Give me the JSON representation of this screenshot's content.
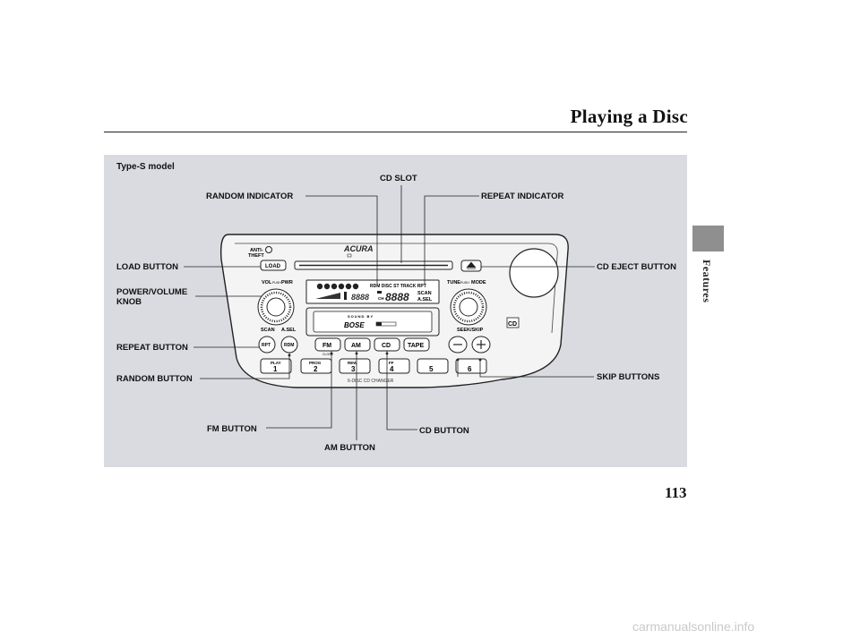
{
  "header": {
    "title": "Playing a Disc",
    "section_tab": "Features"
  },
  "figure": {
    "model_label": "Type-S model",
    "callouts": {
      "cd_slot": "CD SLOT",
      "random_indicator": "RANDOM INDICATOR",
      "repeat_indicator": "REPEAT INDICATOR",
      "load_button": "LOAD BUTTON",
      "cd_eject_button": "CD EJECT BUTTON",
      "power_volume_knob": "POWER/VOLUME\nKNOB",
      "repeat_button": "REPEAT BUTTON",
      "random_button": "RANDOM BUTTON",
      "skip_buttons": "SKIP BUTTONS",
      "fm_button": "FM BUTTON",
      "cd_button": "CD BUTTON",
      "am_button": "AM BUTTON"
    },
    "radio": {
      "anti_theft": "ANTI-\nTHEFT",
      "brand": "ACURA",
      "load": "LOAD",
      "vol_pwr": "VOL PUSH PWR",
      "tune_mode": "TUNE PUSH MODE",
      "display_header": "RDM DISC ST TRACK  RPT",
      "display_scan": "SCAN",
      "display_asel": "A.SEL",
      "disc_numbers": [
        "1",
        "2",
        "3",
        "4",
        "5",
        "6"
      ],
      "sound_by": "SOUND BY",
      "bose": "BOSE",
      "scan": "SCAN",
      "a_sel": "A.SEL",
      "seek_skip": "SEEK/SKIP",
      "rpt": "RPT",
      "rdm": "RDM",
      "fm": "FM",
      "am": "AM",
      "cd": "CD",
      "tape": "TAPE",
      "clock": "CLOCK",
      "presets": [
        {
          "label": "PLAY",
          "num": "1"
        },
        {
          "label": "PROG",
          "num": "2"
        },
        {
          "label": "REW",
          "num": "3"
        },
        {
          "label": "FF",
          "num": "4"
        },
        {
          "label": "",
          "num": "5"
        },
        {
          "label": "",
          "num": "6"
        }
      ],
      "changer_label": "6-DISC CD CHANGER"
    }
  },
  "page_number": "113",
  "watermark": "carmanualsonline.info"
}
